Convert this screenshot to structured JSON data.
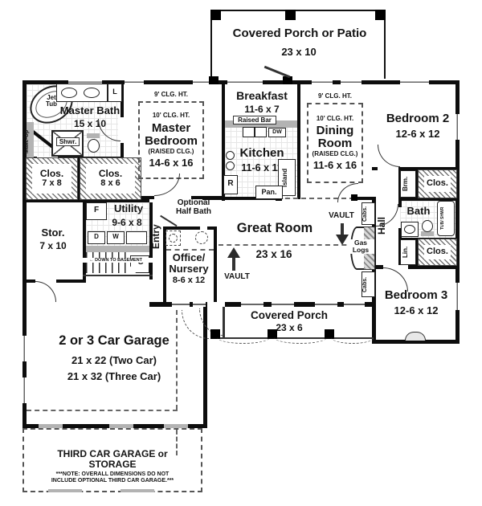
{
  "plan": {
    "top_porch": {
      "label": "Covered Porch or Patio",
      "dims": "23 x 10"
    },
    "master_bath": {
      "label": "Master Bath",
      "dims": "15 x 10",
      "jet_tub_1": "Jet",
      "jet_tub_2": "Tub",
      "makeup": "Make-Up",
      "shower": "Shwr.",
      "linen": "L"
    },
    "master_bedroom": {
      "clg9": "9' CLG. HT.",
      "clg10": "10' CLG. HT.",
      "name1": "Master",
      "name2": "Bedroom",
      "sub": "(RAISED CLG.)",
      "dims": "14-6 x 16"
    },
    "breakfast": {
      "label": "Breakfast",
      "dims": "11-6 x 7"
    },
    "kitchen": {
      "label": "Kitchen",
      "dims": "11-6 x 11",
      "raised_bar": "Raised Bar",
      "dw": "DW",
      "range": "R",
      "island": "Island",
      "pantry": "Pan."
    },
    "dining": {
      "clg9": "9' CLG. HT.",
      "clg10": "10' CLG. HT.",
      "name1": "Dining",
      "name2": "Room",
      "sub": "(RAISED CLG.)",
      "dims": "11-6 x 16"
    },
    "bedroom2": {
      "label": "Bedroom 2",
      "dims": "12-6 x 12"
    },
    "bedroom3": {
      "label": "Bedroom 3",
      "dims": "12-6 x 12"
    },
    "hall": {
      "label": "Hall",
      "broom": "Brm.",
      "closet": "Clos.",
      "linen": "Lin.",
      "closet2": "Clos."
    },
    "bath": {
      "label": "Bath",
      "tub": "TUB/ SHWR"
    },
    "great_room": {
      "label": "Great Room",
      "dims": "23 x 16",
      "vault": "VAULT",
      "gas1": "Gas",
      "gas2": "Logs",
      "cabs": "Cabs."
    },
    "closet_78": {
      "label": "Clos.",
      "dims": "7 x 8"
    },
    "closet_86": {
      "label": "Clos.",
      "dims": "8 x 6"
    },
    "utility": {
      "label": "Utility",
      "dims": "9-6 x 8",
      "freezer": "F",
      "dryer": "D",
      "washer": "W",
      "coat": "C"
    },
    "storage": {
      "label": "Stor.",
      "dims": "7 x 10"
    },
    "entry": {
      "label": "Entry",
      "basement_arrow": "←",
      "basement": "DOWN TO BASEMENT"
    },
    "half_bath": {
      "line1": "Optional",
      "line2": "Half Bath"
    },
    "office": {
      "name1": "Office/",
      "name2": "Nursery",
      "dims": "8-6 x 12"
    },
    "bottom_porch": {
      "label": "Covered Porch",
      "dims": "23 x 6"
    },
    "garage": {
      "label": "2 or 3 Car Garage",
      "two_car": "21 x 22 (Two Car)",
      "three_car": "21 x 32 (Three Car)"
    },
    "third_garage": {
      "name1": "THIRD CAR GARAGE or",
      "name2": "STORAGE",
      "note1": "***NOTE: OVERALL DIMENSIONS DO NOT",
      "note2": "INCLUDE OPTIONAL THIRD CAR GARAGE.***"
    },
    "colors": {
      "wall": "#0d0d0d",
      "counter": "#b3b3b3",
      "tile_line": "#e6e6e6"
    }
  }
}
